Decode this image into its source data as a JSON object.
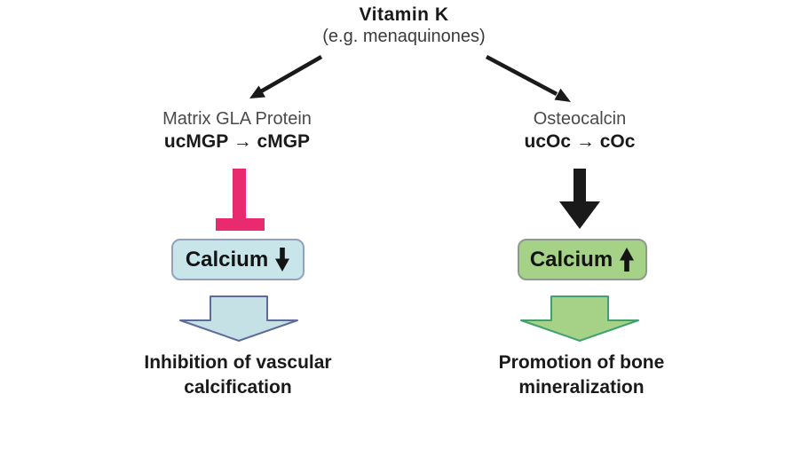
{
  "diagram": {
    "title": "Vitamin K",
    "subtitle": "(e.g. menaquinones)",
    "left_pathway": {
      "protein": "Matrix GLA Protein",
      "conversion": "ucMGP → cMGP",
      "effect": "inhibition",
      "calcium_label": "Calcium",
      "calcium_direction": "decrease",
      "outcome_line1": "Inhibition of vascular",
      "outcome_line2": "calcification"
    },
    "right_pathway": {
      "protein": "Osteocalcin",
      "conversion": "ucOc → cOc",
      "effect": "stimulation",
      "calcium_label": "Calcium",
      "calcium_direction": "increase",
      "outcome_line1": "Promotion of bone",
      "outcome_line2": "mineralization"
    },
    "colors": {
      "inhibition_pink": "#ea2a6e",
      "arrow_black": "#1a1a1a",
      "calcium_blue_fill": "#c8e6ea",
      "calcium_blue_border": "#90a2bd",
      "calcium_green_fill": "#a5d287",
      "calcium_green_border": "#8d9b8d",
      "block_arrow_blue_fill": "#c6e1e6",
      "block_arrow_blue_stroke": "#5d6b9b",
      "block_arrow_green_fill": "#a5d287",
      "block_arrow_green_stroke": "#41a06f",
      "background": "#ffffff"
    }
  }
}
